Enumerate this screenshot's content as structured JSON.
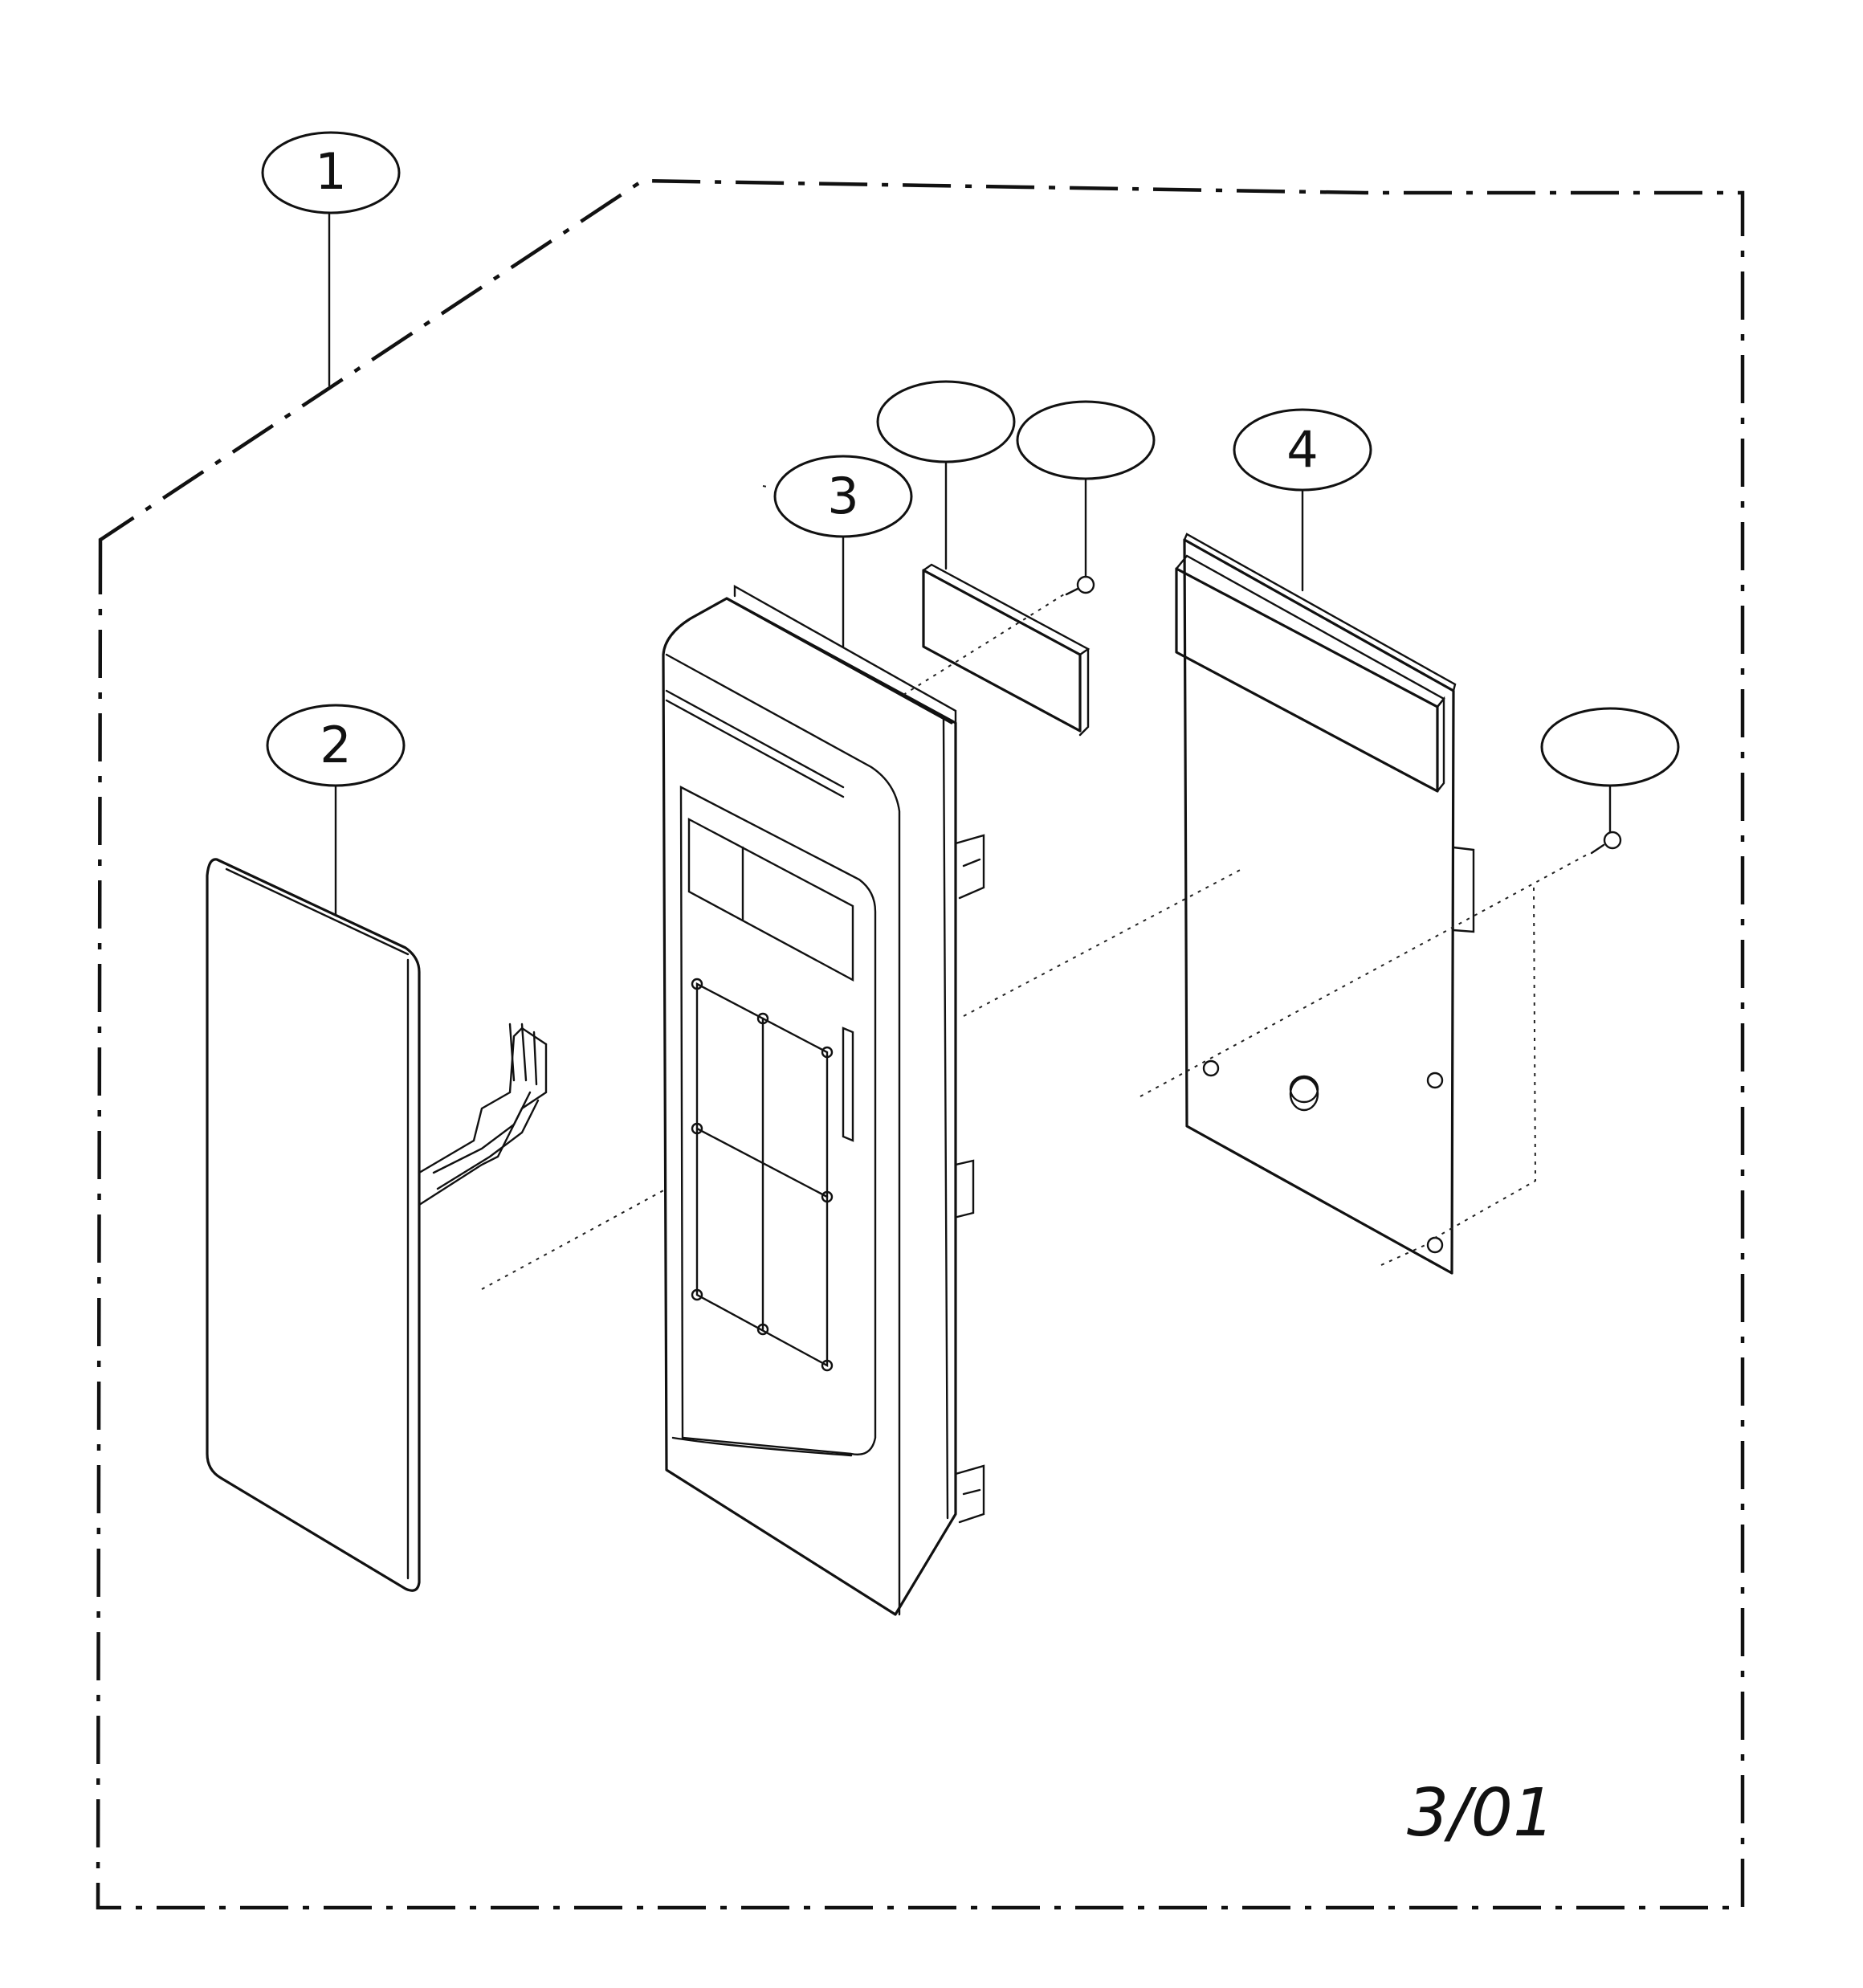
{
  "callouts": {
    "c1": "1",
    "c2": "2",
    "c3": "3",
    "c4": "4",
    "c5": "",
    "c6": "",
    "c7": ""
  },
  "footer": {
    "date_code": "3/01"
  }
}
